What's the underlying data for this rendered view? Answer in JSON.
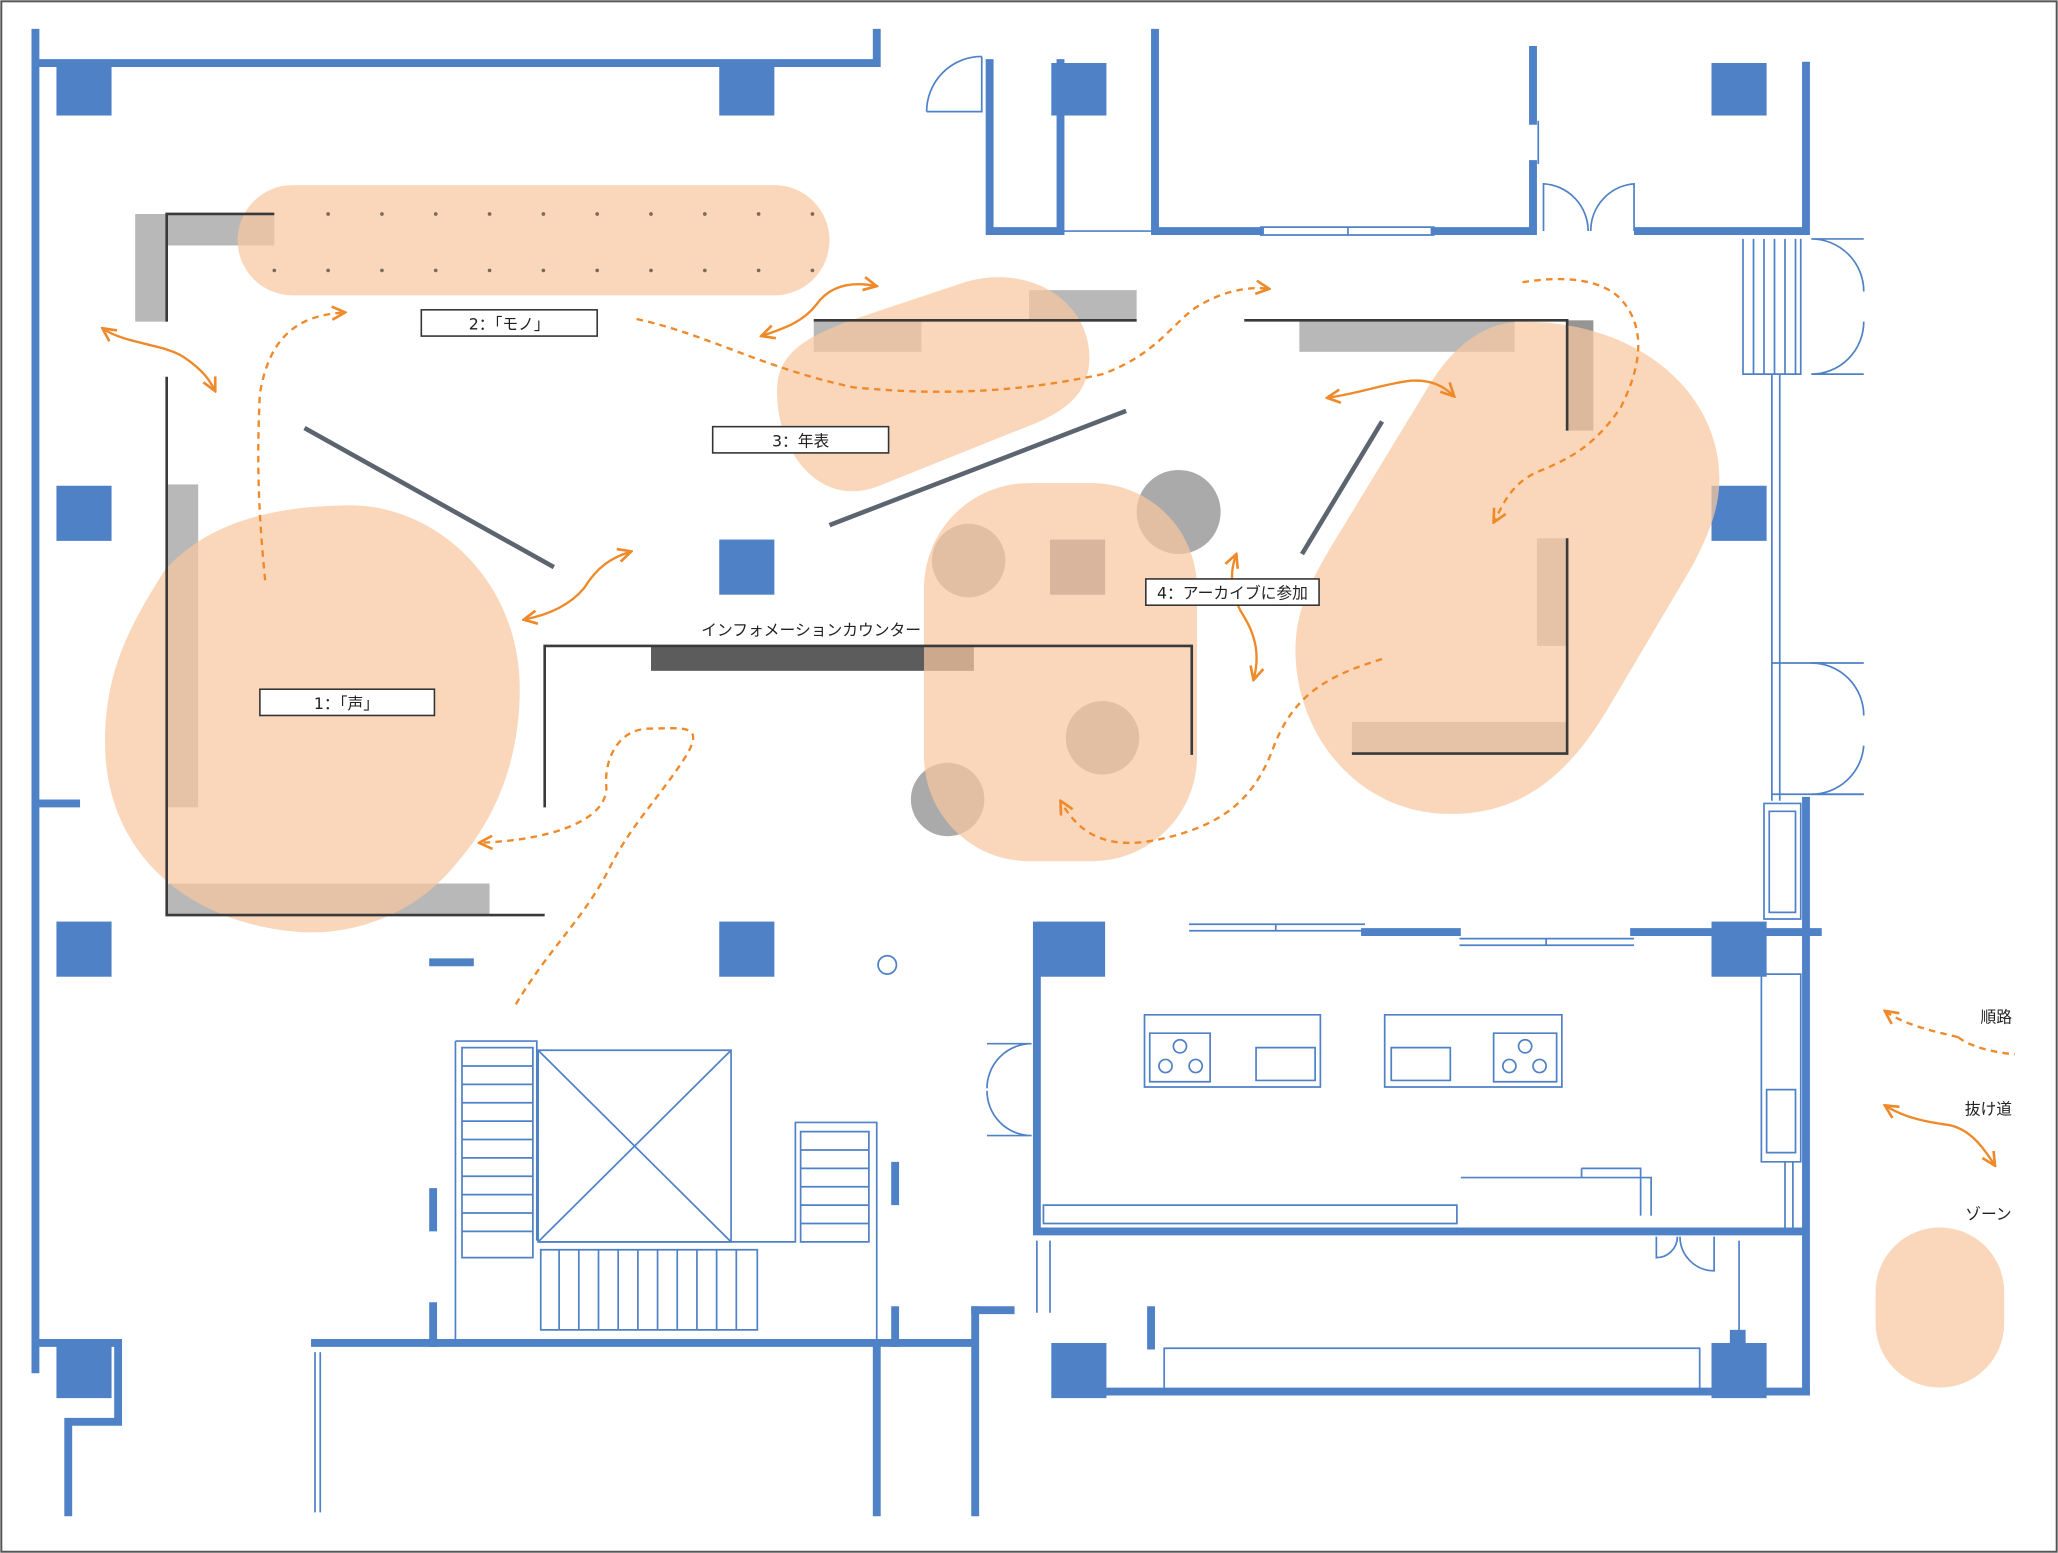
{
  "zones": {
    "zone1_label": "1：「声」",
    "zone2_label": "2：「モノ」",
    "zone3_label": "3：年表",
    "zone4_label": "4：アーカイブに参加"
  },
  "counter": {
    "label": "インフォメーションカウンター"
  },
  "legend": {
    "route_label": "順路",
    "passage_label": "抜け道",
    "zone_label": "ゾーン"
  },
  "colors": {
    "wall": "#4f81c7",
    "zone": "#f8c8a0",
    "route": "#ee8a2a",
    "display": "#9a9a9a"
  }
}
